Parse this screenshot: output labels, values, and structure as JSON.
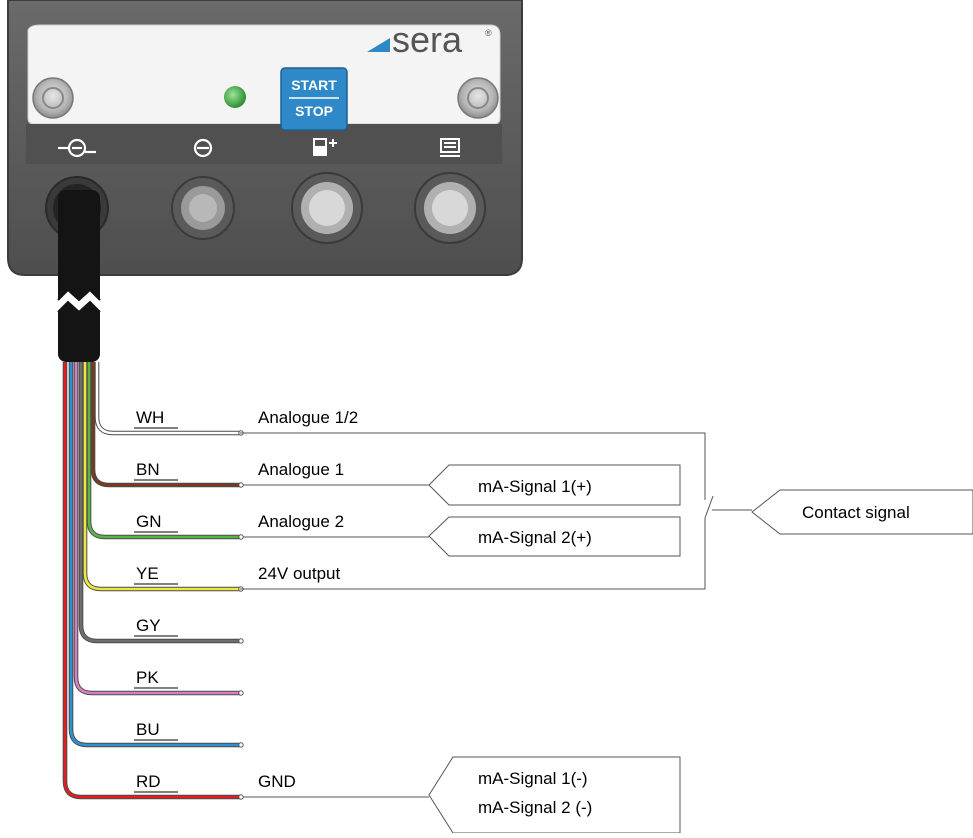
{
  "device": {
    "brand": "sera",
    "registered_mark": "®",
    "button_line1": "START",
    "button_line2": "STOP",
    "led_color": "#3aa63a",
    "button_color": "#2f88c8",
    "port_icons": [
      "pump-input-icon",
      "level-icon",
      "tank-icon",
      "monitor-icon"
    ]
  },
  "wires": [
    {
      "code": "WH",
      "color": "#ffffff",
      "function": "Analogue 1/2"
    },
    {
      "code": "BN",
      "color": "#7a3a1e",
      "function": "Analogue 1"
    },
    {
      "code": "GN",
      "color": "#5bb546",
      "function": "Analogue 2"
    },
    {
      "code": "YE",
      "color": "#f0e640",
      "function": "24V output"
    },
    {
      "code": "GY",
      "color": "#6d6e70",
      "function": ""
    },
    {
      "code": "PK",
      "color": "#d77fc0",
      "function": ""
    },
    {
      "code": "BU",
      "color": "#2f8fd1",
      "function": ""
    },
    {
      "code": "RD",
      "color": "#e02020",
      "function": "GND"
    }
  ],
  "signals": {
    "ma1_plus": "mA-Signal 1(+)",
    "ma2_plus": "mA-Signal 2(+)",
    "contact": "Contact signal",
    "ma1_minus": "mA-Signal 1(-)",
    "ma2_minus": "mA-Signal 2 (-)"
  }
}
